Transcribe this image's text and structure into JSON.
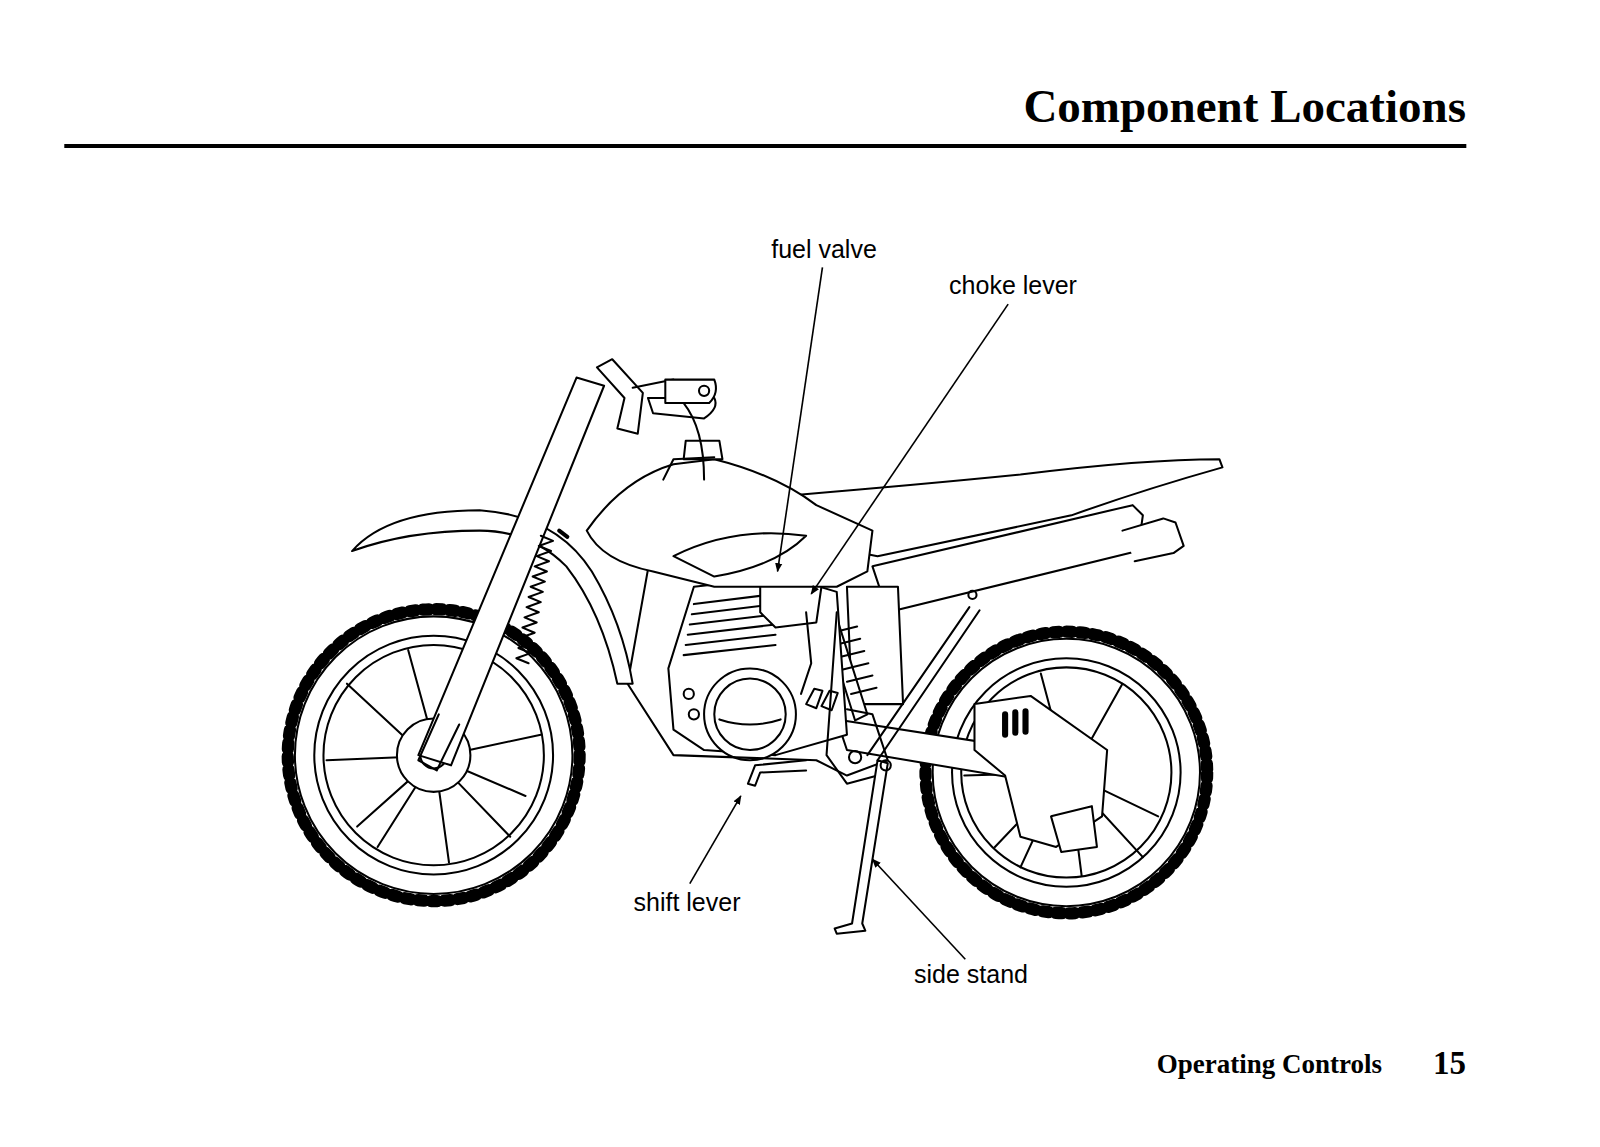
{
  "diagram": {
    "title": "Component Locations",
    "labels": [
      "fuel valve",
      "choke lever",
      "shift lever",
      "side stand",
      "Operating Controls",
      "15"
    ]
  }
}
